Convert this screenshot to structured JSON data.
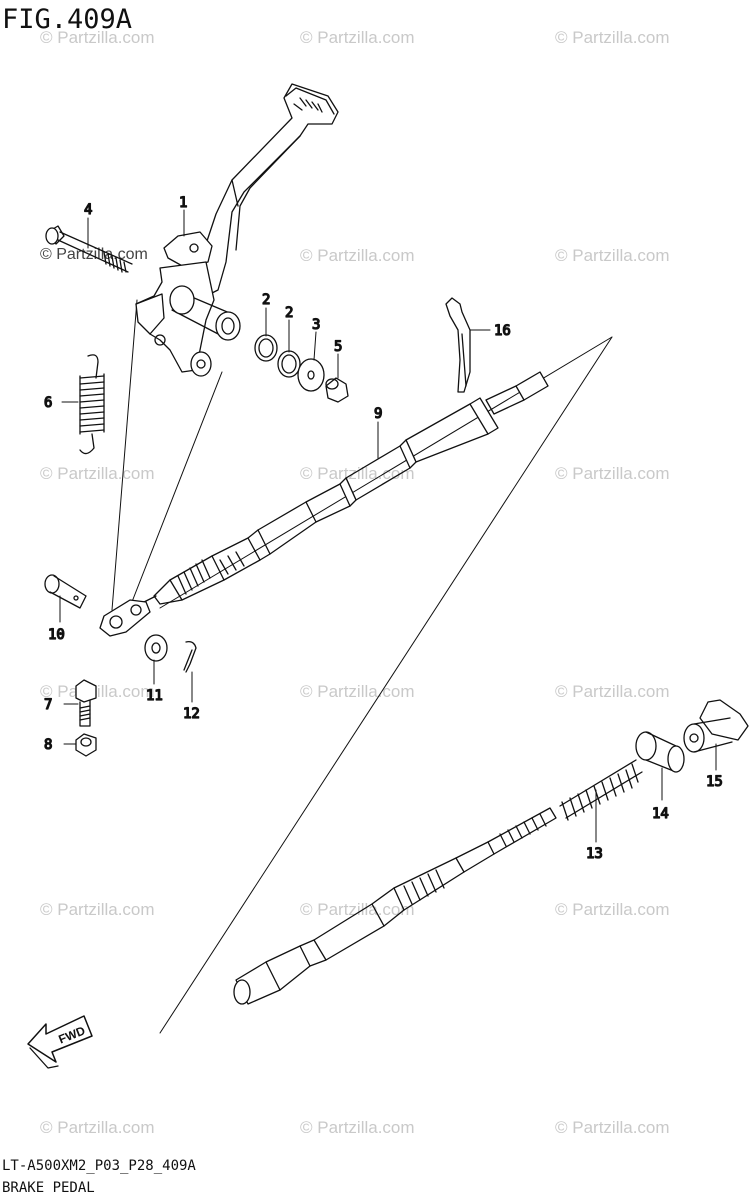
{
  "figure": {
    "title": "FIG.409A",
    "code": "LT-A500XM2_P03_P28_409A",
    "name": "BRAKE PEDAL"
  },
  "watermark": {
    "text": "© Partzilla.com",
    "text_dark": "© Partzilla.com",
    "color": "#c9c9c9"
  },
  "fwd_label": "FWD",
  "callouts": [
    "1",
    "2",
    "2",
    "3",
    "4",
    "5",
    "6",
    "7",
    "8",
    "9",
    "10",
    "11",
    "12",
    "13",
    "14",
    "15",
    "16"
  ]
}
